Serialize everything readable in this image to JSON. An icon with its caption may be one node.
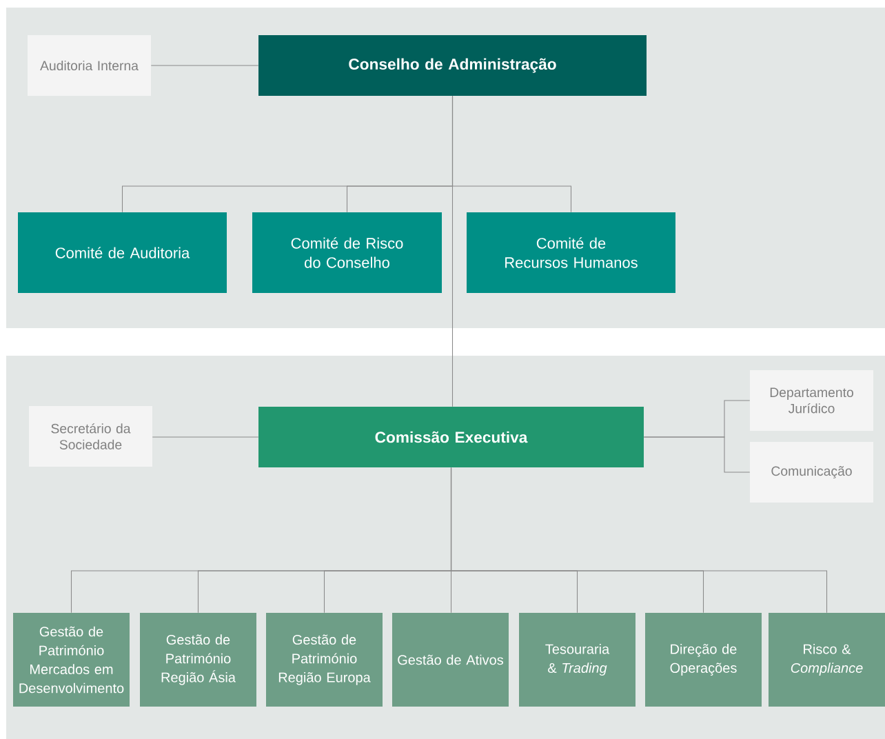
{
  "diagram": {
    "nodes": [
      {
        "text": [
          "Auditoria Interna"
        ]
      },
      {
        "text": [
          "Conselho de Administração"
        ]
      },
      {
        "text": [
          "Comité de Auditoria"
        ]
      },
      {
        "text": [
          "Comité de Risco do Conselho"
        ]
      },
      {
        "text": [
          "Comité de Recursos Humanos"
        ]
      },
      {
        "text": [
          "Secretário da Sociedade"
        ]
      },
      {
        "text": [
          "Comissão Executiva"
        ]
      },
      {
        "text": [
          "Departamento Jurídico"
        ]
      },
      {
        "text": [
          "Comunicação"
        ]
      },
      {
        "text": [
          "Gestão de Património Mercados em Desenvolvimento"
        ]
      },
      {
        "text": [
          "Gestão de Património Região Ásia"
        ]
      },
      {
        "text": [
          "Gestão de Património Região Europa"
        ]
      },
      {
        "text": [
          "Gestão de Ativos"
        ]
      },
      {
        "text": [
          "Tesouraria & *Trading*"
        ]
      },
      {
        "text": [
          "Direção de Operações"
        ]
      },
      {
        "text": [
          "Risco & *Compliance*"
        ]
      }
    ],
    "edges": [
      {
        "from": 1,
        "to": 0,
        "arrow": "none"
      },
      {
        "from": 1,
        "to": 2,
        "arrow": "none"
      },
      {
        "from": 1,
        "to": 3,
        "arrow": "none"
      },
      {
        "from": 1,
        "to": 4,
        "arrow": "none"
      },
      {
        "from": 1,
        "to": 6,
        "arrow": "none"
      },
      {
        "from": 6,
        "to": 5,
        "arrow": "none"
      },
      {
        "from": 6,
        "to": 7,
        "arrow": "none"
      },
      {
        "from": 6,
        "to": 8,
        "arrow": "none"
      },
      {
        "from": 6,
        "to": 9,
        "arrow": "none"
      },
      {
        "from": 6,
        "to": 10,
        "arrow": "none"
      },
      {
        "from": 6,
        "to": 11,
        "arrow": "none"
      },
      {
        "from": 6,
        "to": 12,
        "arrow": "none"
      },
      {
        "from": 6,
        "to": 13,
        "arrow": "none"
      },
      {
        "from": 6,
        "to": 14,
        "arrow": "none"
      },
      {
        "from": 6,
        "to": 15,
        "arrow": "none"
      }
    ]
  }
}
